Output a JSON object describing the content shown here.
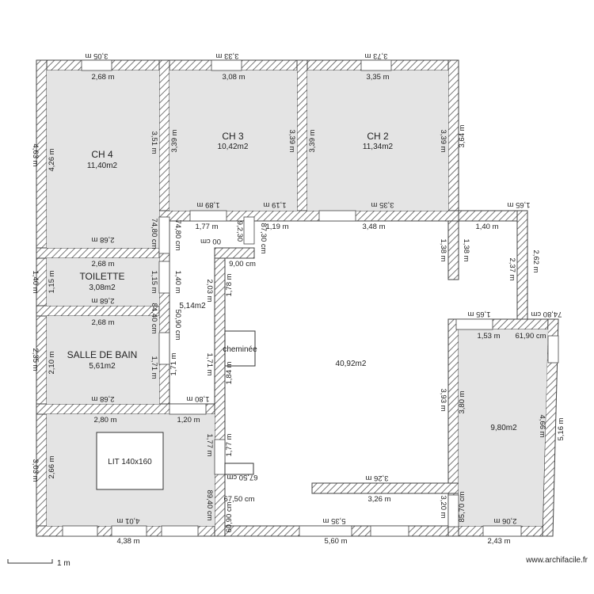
{
  "rooms": {
    "ch4": {
      "name": "CH 4",
      "area": "11,40m2"
    },
    "ch3": {
      "name": "CH 3",
      "area": "10,42m2"
    },
    "ch2": {
      "name": "CH 2",
      "area": "11,34m2"
    },
    "toilette": {
      "name": "TOILETTE",
      "area": "3,08m2"
    },
    "sdb": {
      "name": "SALLE DE BAIN",
      "area": "5,61m2"
    },
    "corridor": {
      "area": "5,14m2"
    },
    "main": {
      "area": "40,92m2"
    },
    "right": {
      "area": "9,80m2"
    }
  },
  "furniture": {
    "bed": "LIT 140x160",
    "fireplace": "cheminée"
  },
  "dimensions": {
    "top_ext_1": "3,05 m",
    "top_ext_2": "3,33 m",
    "top_ext_3": "3,73 m",
    "ch4_w": "2,68 m",
    "ch3_w": "3,08 m",
    "ch2_w": "3,35 m",
    "left_ext_1": "4,63 m",
    "ch4_h": "4,26 m",
    "ch4_right_h": "3,51 m",
    "ch3_left_h": "3,39 m",
    "ch3_right_h": "3,39 m",
    "ch2_left_h": "3,39 m",
    "ch2_right_h": "3,39 m",
    "right_ext_1": "3,64 m",
    "ch3_bottom": "1,89 m",
    "ch3_bottom2": "1,19 m",
    "ch2_bottom": "3,35 m",
    "right_step_top": "1,65 m",
    "ch4_bottom": "2,68 m",
    "vert_7480a": "74,80 cm",
    "vert_7480b": "74,80 cm",
    "corr_177": "1,77 m",
    "corr_00": "00 cm",
    "corr_900": "9,00 cm",
    "corr_9230": "9,2,30",
    "corr_8730": "87,30 cm",
    "main_119": "1,19 m",
    "main_348": "3,48 m",
    "step_140": "1,40 m",
    "main_138a": "1,38 m",
    "main_138b": "1,38 m",
    "step_237": "2,37 m",
    "step_262": "2,62 m",
    "toil_top": "2,68 m",
    "left_140": "1,40 m",
    "toil_h": "1,15 m",
    "toil_h2": "1,15 m",
    "toil_bottom": "2,68 m",
    "corr_140": "1,40 m",
    "corr_203": "2,03 m",
    "corr_178": "1,78 m",
    "corr_5090": "50,90 cm",
    "corr_8440": "84,40 cm",
    "sdb_top": "2,68 m",
    "left_235": "2,35 m",
    "sdb_h": "2,10 m",
    "sdb_right": "1,71 m",
    "corr_171a": "1,71 m",
    "corr_171b": "1,71 m",
    "fire_184": "1,84 m",
    "sdb_bottom": "2,68 m",
    "corr_180": "1,80 m",
    "step_165": "1,65 m",
    "ext_7480": "74,80 cm",
    "right_153": "1,53 m",
    "right_6190": "61,90 cm",
    "main_393": "3,93 m",
    "right_380": "3,80 m",
    "right_466": "4,66 m",
    "right_ext_516": "5,16 m",
    "bed_280": "2,80 m",
    "bed_120": "1,20 m",
    "left_303": "3,03 m",
    "bed_266": "2,66 m",
    "bed_177a": "1,77 m",
    "bed_177b": "1,77 m",
    "main_326a": "3,26 m",
    "main_326b": "3,26 m",
    "bed_6750": "67,50 cm",
    "bed_6750b": "67,50 cm",
    "bed_8940": "89,40 cm",
    "bed_6090": "60,90 cm",
    "right_8570": "85,70 cm",
    "right_320": "3,20 m",
    "right_206": "2,06 m",
    "bot_401": "4,01 m",
    "bot_535": "5,35 m",
    "bot_ext_438": "4,38 m",
    "bot_ext_560": "5,60 m",
    "bot_ext_243": "2,43 m"
  },
  "footer": {
    "scale": "1 m",
    "brand": "www.archifacile.fr"
  }
}
